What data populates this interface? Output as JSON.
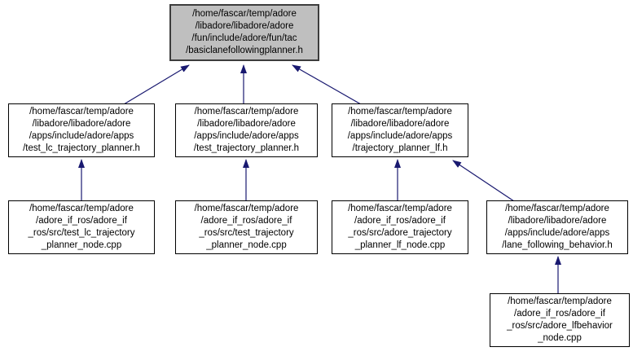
{
  "diagram": {
    "kind": "include-dependency-graph",
    "colors": {
      "background": "#ffffff",
      "edge": "#191970",
      "node_border": "#000000",
      "node_fill": "#ffffff",
      "root_fill": "#bfbfbf"
    },
    "nodes": [
      {
        "id": "basiclanefollowingplanner_h",
        "role": "current",
        "label": "/home/fascar/temp/adore\n/libadore/libadore/adore\n/fun/include/adore/fun/tac\n/basiclanefollowingplanner.h"
      },
      {
        "id": "test_lc_trajectory_planner_h",
        "role": "normal",
        "label": "/home/fascar/temp/adore\n/libadore/libadore/adore\n/apps/include/adore/apps\n/test_lc_trajectory_planner.h"
      },
      {
        "id": "test_trajectory_planner_h",
        "role": "normal",
        "label": "/home/fascar/temp/adore\n/libadore/libadore/adore\n/apps/include/adore/apps\n/test_trajectory_planner.h"
      },
      {
        "id": "trajectory_planner_lf_h",
        "role": "normal",
        "label": "/home/fascar/temp/adore\n/libadore/libadore/adore\n/apps/include/adore/apps\n/trajectory_planner_lf.h"
      },
      {
        "id": "test_lc_trajectory_planner_node_cpp",
        "role": "normal",
        "label": "/home/fascar/temp/adore\n/adore_if_ros/adore_if\n_ros/src/test_lc_trajectory\n_planner_node.cpp"
      },
      {
        "id": "test_trajectory_planner_node_cpp",
        "role": "normal",
        "label": "/home/fascar/temp/adore\n/adore_if_ros/adore_if\n_ros/src/test_trajectory\n_planner_node.cpp"
      },
      {
        "id": "adore_trajectory_planner_lf_node_cpp",
        "role": "normal",
        "label": "/home/fascar/temp/adore\n/adore_if_ros/adore_if\n_ros/src/adore_trajectory\n_planner_lf_node.cpp"
      },
      {
        "id": "lane_following_behavior_h",
        "role": "normal",
        "label": "/home/fascar/temp/adore\n/libadore/libadore/adore\n/apps/include/adore/apps\n/lane_following_behavior.h"
      },
      {
        "id": "adore_lfbehavior_node_cpp",
        "role": "normal",
        "label": "/home/fascar/temp/adore\n/adore_if_ros/adore_if\n_ros/src/adore_lfbehavior\n_node.cpp"
      }
    ],
    "edges": [
      {
        "from": "test_lc_trajectory_planner_h",
        "to": "basiclanefollowingplanner_h"
      },
      {
        "from": "test_trajectory_planner_h",
        "to": "basiclanefollowingplanner_h"
      },
      {
        "from": "trajectory_planner_lf_h",
        "to": "basiclanefollowingplanner_h"
      },
      {
        "from": "test_lc_trajectory_planner_node_cpp",
        "to": "test_lc_trajectory_planner_h"
      },
      {
        "from": "test_trajectory_planner_node_cpp",
        "to": "test_trajectory_planner_h"
      },
      {
        "from": "adore_trajectory_planner_lf_node_cpp",
        "to": "trajectory_planner_lf_h"
      },
      {
        "from": "lane_following_behavior_h",
        "to": "trajectory_planner_lf_h"
      },
      {
        "from": "adore_lfbehavior_node_cpp",
        "to": "lane_following_behavior_h"
      }
    ]
  }
}
